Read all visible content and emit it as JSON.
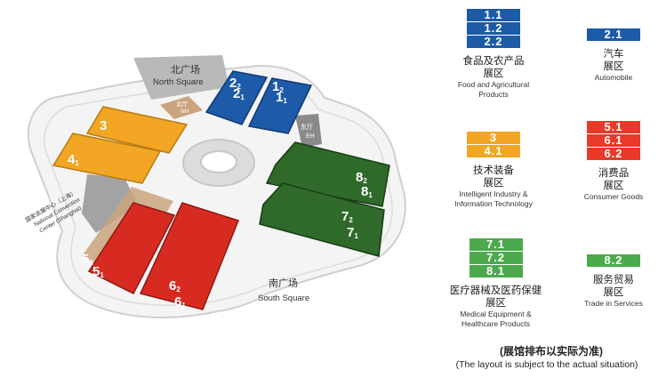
{
  "map": {
    "north_square_cn": "北广场",
    "north_square_en": "North Square",
    "south_square_cn": "南广场",
    "south_square_en": "South Square",
    "north_hall_cn": "北厅",
    "north_hall_en": "NH",
    "east_hall_cn": "东厅",
    "east_hall_en": "EH",
    "center_cn": "国家会展中心（上海）",
    "center_en_1": "National Convention",
    "center_en_2": "Center (Shanghai)",
    "halls": [
      {
        "main": "2",
        "sub": "2",
        "color": "#1d5aa8"
      },
      {
        "main": "2",
        "sub": "1",
        "color": "#1d5aa8"
      },
      {
        "main": "1",
        "sub": "2",
        "color": "#1d5aa8"
      },
      {
        "main": "1",
        "sub": "1",
        "color": "#1d5aa8"
      },
      {
        "main": "3",
        "sub": "",
        "color": "#f2a623"
      },
      {
        "main": "4",
        "sub": "1",
        "color": "#f2a623"
      },
      {
        "main": "8",
        "sub": "2",
        "color": "#2f6a2a"
      },
      {
        "main": "8",
        "sub": "1",
        "color": "#2f6a2a"
      },
      {
        "main": "7",
        "sub": "2",
        "color": "#2f6a2a"
      },
      {
        "main": "7",
        "sub": "1",
        "color": "#2f6a2a"
      },
      {
        "main": "5",
        "sub": "2",
        "color": "#c9a47c"
      },
      {
        "main": "5",
        "sub": "1",
        "color": "#d72b21"
      },
      {
        "main": "6",
        "sub": "2",
        "color": "#d72b21"
      },
      {
        "main": "6",
        "sub": "1",
        "color": "#d72b21"
      }
    ]
  },
  "legend": [
    {
      "badges": [
        "1.1",
        "1.2",
        "2.2"
      ],
      "color": "#1d5aa8",
      "cn": "食品及农产品",
      "cn2": "展区",
      "en": [
        "Food and Agricultural",
        "Products"
      ]
    },
    {
      "badges": [
        "2.1"
      ],
      "color": "#1d5aa8",
      "cn": "汽车",
      "cn2": "展区",
      "en": [
        "Automobile"
      ]
    },
    {
      "badges": [
        "3",
        "4.1"
      ],
      "color": "#f2a623",
      "cn": "技术装备",
      "cn2": "展区",
      "en": [
        "Intelligent Industry &",
        "Information Technology"
      ]
    },
    {
      "badges": [
        "5.1",
        "6.1",
        "6.2"
      ],
      "color": "#e8392a",
      "cn": "消费品",
      "cn2": "展区",
      "en": [
        "Consumer Goods"
      ]
    },
    {
      "badges": [
        "7.1",
        "7.2",
        "8.1"
      ],
      "color": "#4caa4c",
      "cn": "医疗器械及医药保健",
      "cn2": "展区",
      "en": [
        "Medical Equipment &",
        "Healthcare Products"
      ]
    },
    {
      "badges": [
        "8.2"
      ],
      "color": "#4caa4c",
      "cn": "服务贸易",
      "cn2": "展区",
      "en": [
        "Trade in Services"
      ]
    }
  ],
  "note_cn": "(展馆排布以实际为准)",
  "note_en": "(The layout is subject to the actual situation)"
}
